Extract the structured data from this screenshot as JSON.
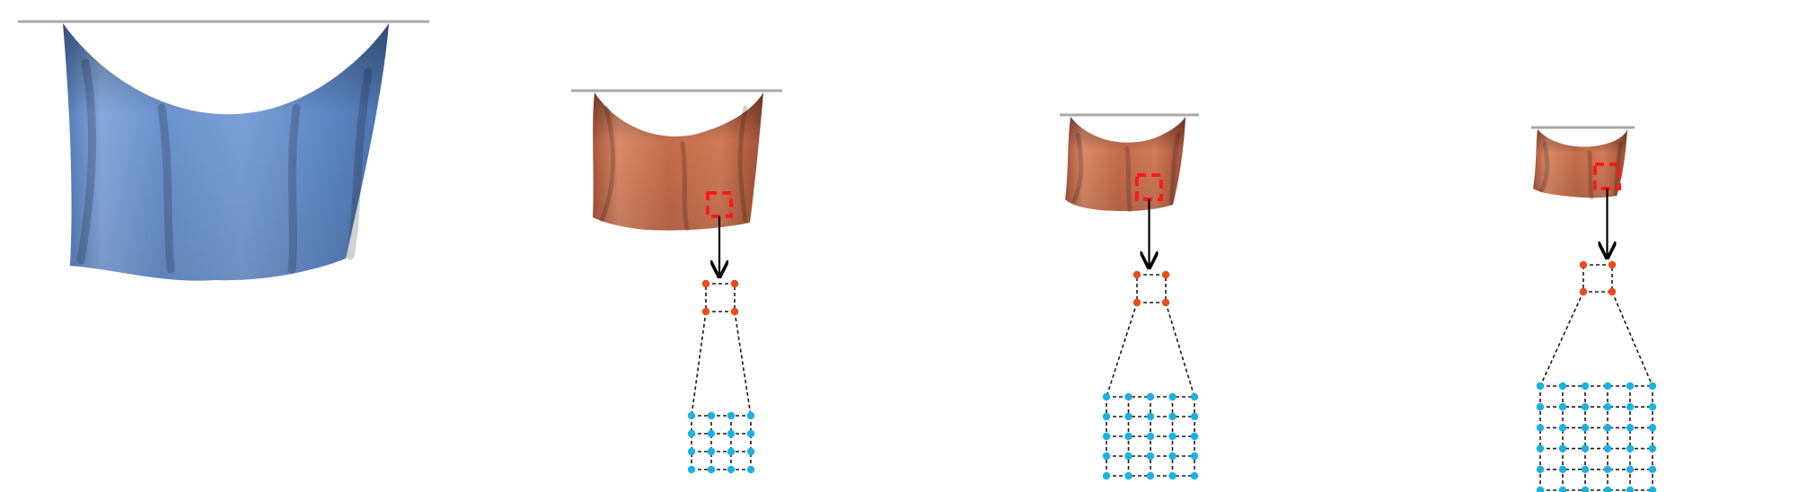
{
  "colors": {
    "background": "#ffffff",
    "hanging_bar": "#a9a9a9",
    "cloth_reference": "#6f97cf",
    "cloth_coarse": "#c8704f",
    "selection_box": "#ff1a1a",
    "coarse_vertex": "#ef4a1a",
    "fine_vertex": "#1ab2e6",
    "arrow": "#000000",
    "grid_lines": "#1a1a1a"
  },
  "panels": [
    {
      "id": "reference",
      "cloth_color": "cloth_reference",
      "has_refinement": false
    },
    {
      "id": "coarse-1",
      "cloth_color": "cloth_coarse",
      "has_refinement": true,
      "fine_grid": {
        "cols": 3,
        "rows": 3
      }
    },
    {
      "id": "coarse-2",
      "cloth_color": "cloth_coarse",
      "has_refinement": true,
      "fine_grid": {
        "cols": 4,
        "rows": 4
      }
    },
    {
      "id": "coarse-3",
      "cloth_color": "cloth_coarse",
      "has_refinement": true,
      "fine_grid": {
        "cols": 5,
        "rows": 5
      }
    }
  ]
}
